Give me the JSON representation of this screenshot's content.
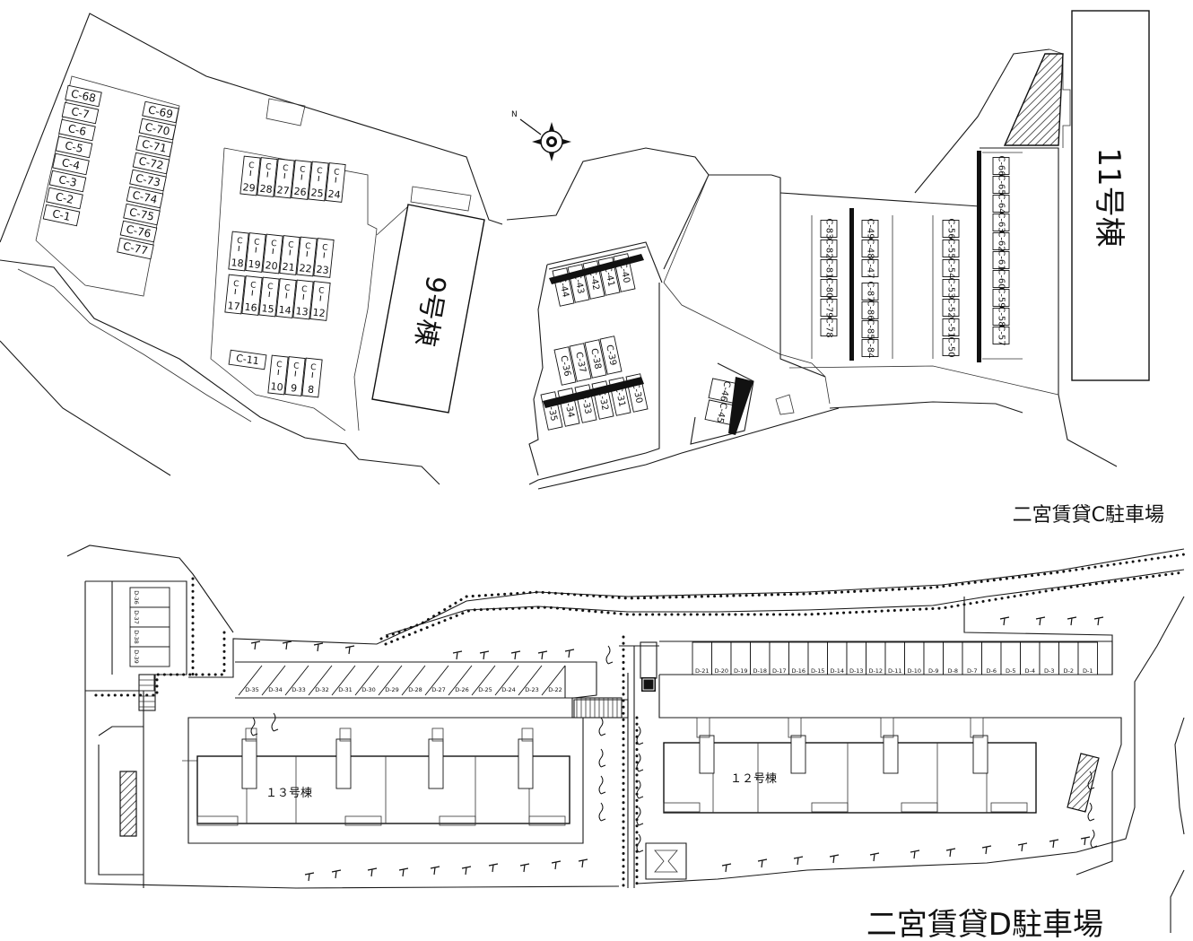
{
  "lots": {
    "c": {
      "title": "二宮賃貸C駐車場",
      "buildings": {
        "b9": "9号棟",
        "b11": "11号棟"
      },
      "left_column_a": [
        "C-68",
        "C-7",
        "C-6",
        "C-5",
        "C-4",
        "C-3",
        "C-2",
        "C-1"
      ],
      "left_column_b": [
        "C-69",
        "C-70",
        "C-71",
        "C-72",
        "C-73",
        "C-74",
        "C-75",
        "C-76",
        "C-77"
      ],
      "c11": "C-11",
      "row_29_24": [
        "29",
        "28",
        "27",
        "26",
        "25",
        "24"
      ],
      "row_18_23": [
        "18",
        "19",
        "20",
        "21",
        "22",
        "23"
      ],
      "row_17_12": [
        "17",
        "16",
        "15",
        "14",
        "13",
        "12"
      ],
      "row_10_8": [
        "10",
        "9",
        "8"
      ],
      "center_top": [
        "44",
        "43",
        "42",
        "41",
        "40"
      ],
      "center_mid": [
        "36",
        "37",
        "38",
        "39"
      ],
      "center_low": [
        "35",
        "34",
        "33",
        "32",
        "31",
        "30"
      ],
      "pair_46_45": [
        "46",
        "45"
      ],
      "right_col_a": [
        "83",
        "82",
        "81",
        "80",
        "79",
        "78"
      ],
      "right_col_b": [
        "49",
        "48",
        "47",
        "87",
        "86",
        "85",
        "84"
      ],
      "right_col_c": [
        "56",
        "55",
        "54",
        "53",
        "52",
        "51",
        "50"
      ],
      "right_col_d": [
        "66",
        "65",
        "64",
        "63",
        "62",
        "61",
        "60",
        "59",
        "58",
        "57"
      ]
    },
    "d": {
      "title": "二宮賃貸D駐車場",
      "buildings": {
        "b12": "１２号棟",
        "b13": "１３号棟"
      },
      "top_row": [
        "D-21",
        "D-20",
        "D-19",
        "D-18",
        "D-17",
        "D-16",
        "D-15",
        "D-14",
        "D-13",
        "D-12",
        "D-11",
        "D-10",
        "D-9",
        "D-8",
        "D-7",
        "D-6",
        "D-5",
        "D-4",
        "D-3",
        "D-2",
        "D-1"
      ],
      "left_row": [
        "D-35",
        "D-34",
        "D-33",
        "D-32",
        "D-31",
        "D-30",
        "D-29",
        "D-28",
        "D-27",
        "D-26",
        "D-25",
        "D-24",
        "D-23",
        "D-22"
      ],
      "corner_column": [
        "D-36",
        "D-37",
        "D-38",
        "D-39"
      ]
    }
  }
}
